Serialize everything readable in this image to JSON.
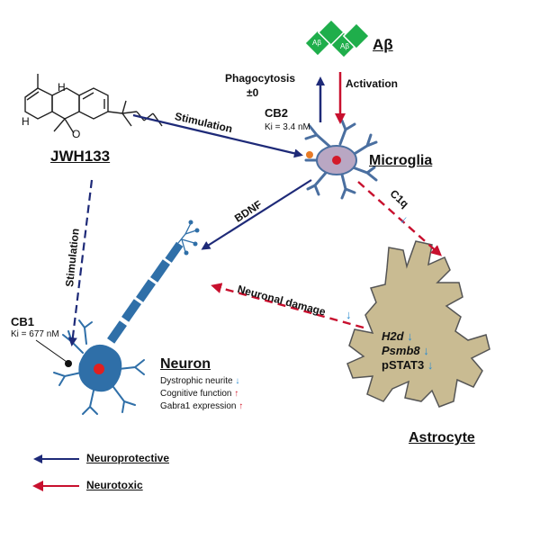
{
  "compound": {
    "name": "JWH133",
    "label_h1": "H",
    "label_h2": "H",
    "label_o": "O"
  },
  "abeta": {
    "label": "Aβ",
    "tile_text": "Aβ"
  },
  "edges": {
    "phagocytosis": "Phagocytosis",
    "phagocytosis_value": "±0",
    "activation": "Activation",
    "stimulation_cb2": "Stimulation",
    "stimulation_cb1": "Stimulation",
    "bdnf": "BDNF",
    "c1q": "C1q",
    "neuronal_damage": "Neuronal damage"
  },
  "cb2": {
    "name": "CB2",
    "ki": "Ki = 3.4 nM"
  },
  "cb1": {
    "name": "CB1",
    "ki": "Ki = 677 nM"
  },
  "microglia": {
    "label": "Microglia"
  },
  "neuron": {
    "label": "Neuron",
    "effects": [
      {
        "text": "Dystrophic neurite",
        "arrow": "↓"
      },
      {
        "text": "Cognitive function",
        "arrow": "↑"
      },
      {
        "text": "Gabra1 expression",
        "arrow": "↑"
      }
    ]
  },
  "astrocyte": {
    "label": "Astrocyte",
    "markers": [
      {
        "text": "H2d",
        "arrow": "↓"
      },
      {
        "text": "Psmb8",
        "arrow": "↓"
      },
      {
        "text": "pSTAT3",
        "arrow": "↓"
      }
    ]
  },
  "legend": {
    "neuroprotective": "Neuroprotective",
    "neurotoxic": "Neurotoxic"
  },
  "arrows": {
    "down": "↓"
  },
  "colors": {
    "neuroprotective": "#1e2a78",
    "neurotoxic": "#c8102e",
    "cell_fill": "#c9bb92",
    "microglia_fill": "#b9a7c3",
    "neuron_fill": "#2f6fa8",
    "abeta_fill": "#1fae4b"
  }
}
